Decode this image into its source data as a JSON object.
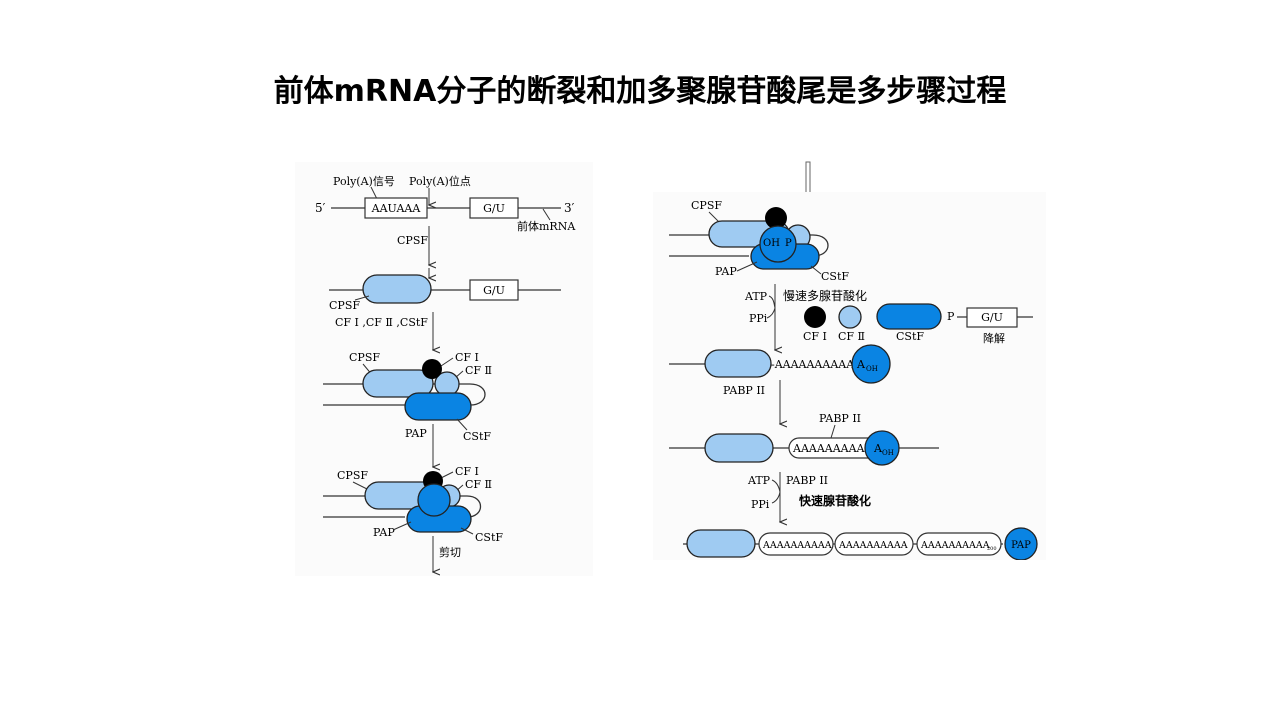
{
  "slide": {
    "title": "前体mRNA分子的断裂和加多聚腺苷酸尾是多步骤过程"
  },
  "colors": {
    "light_blue": "#9fcbf2",
    "dark_blue": "#0a84e3",
    "black": "#000000",
    "line": "#333333"
  },
  "left_diagram": {
    "poly_a_signal": "Poly(A)信号",
    "poly_a_site": "Poly(A)位点",
    "five_prime": "5′",
    "three_prime": "3′",
    "aauaaa": "AAUAAA",
    "gu": "G/U",
    "pre_mrna": "前体mRNA",
    "cpsf": "CPSF",
    "cf_group": "CF Ⅰ ,CF Ⅱ ,CStF",
    "cf1": "CF Ⅰ",
    "cf2": "CF Ⅱ",
    "pap": "PAP",
    "cstf": "CStF",
    "cleave": "剪切"
  },
  "right_diagram": {
    "cpsf": "CPSF",
    "oh": "OH",
    "p": "P",
    "pap": "PAP",
    "cstf": "CStF",
    "atp": "ATP",
    "ppi": "PPi",
    "slow_polyadenylation": "慢速多腺苷酸化",
    "cf1": "CF Ⅰ",
    "cf2": "CF Ⅱ",
    "gu": "G/U",
    "degrade": "降解",
    "polya_short": "-AAAAAAAAAA",
    "a_oh": "A",
    "oh_sub": "OH",
    "pabp2_arrow": "PABP II",
    "pabp2_label": "PABP II",
    "polya_bound": "AAAAAAAAA",
    "pabp2_arrow2": "PABP II",
    "fast_polyadenylation": "快速腺苷酸化",
    "seg1": "AAAAAAAAAA",
    "seg2": "AAAAAAAAAA",
    "seg3": "AAAAAAAAAA",
    "seg3_sub": "200",
    "pap_end": "PAP"
  }
}
